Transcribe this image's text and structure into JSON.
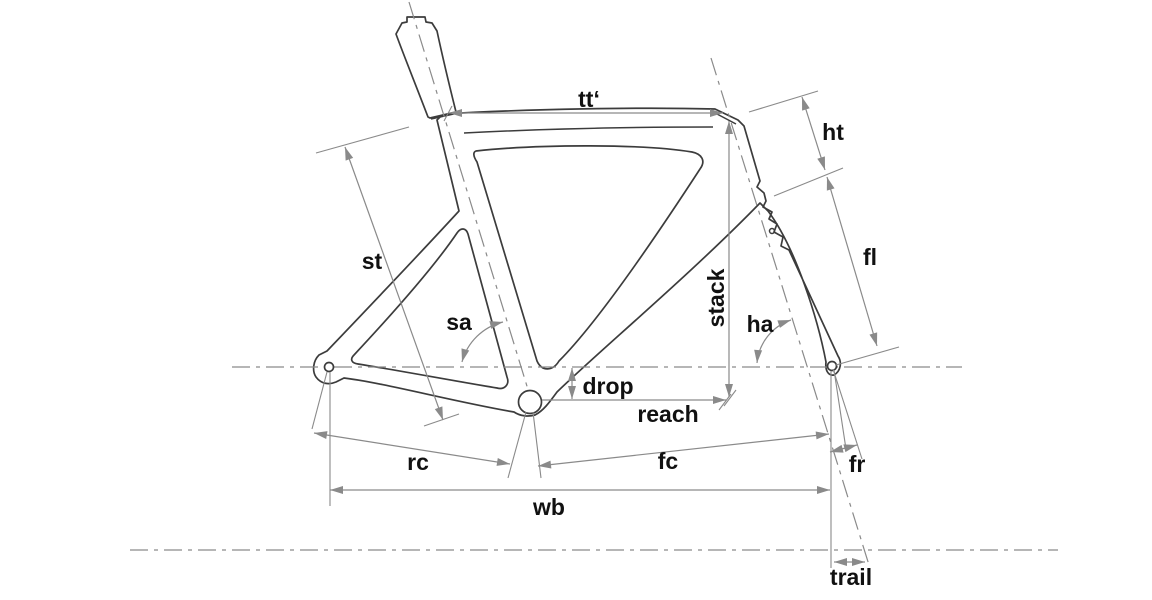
{
  "diagram": {
    "kind": "bicycle-frame-geometry-line-drawing",
    "background": "#ffffff",
    "colors": {
      "frame_line": "#3c3c3c",
      "dimension_line": "#8a8a8a",
      "label_text": "#111111"
    },
    "labels": {
      "tt": "tt‘",
      "ht": "ht",
      "st": "st",
      "fl": "fl",
      "sa": "sa",
      "stack": "stack",
      "ha": "ha",
      "drop": "drop",
      "reach": "reach",
      "rc": "rc",
      "fc": "fc",
      "fr": "fr",
      "wb": "wb",
      "trail": "trail"
    }
  }
}
